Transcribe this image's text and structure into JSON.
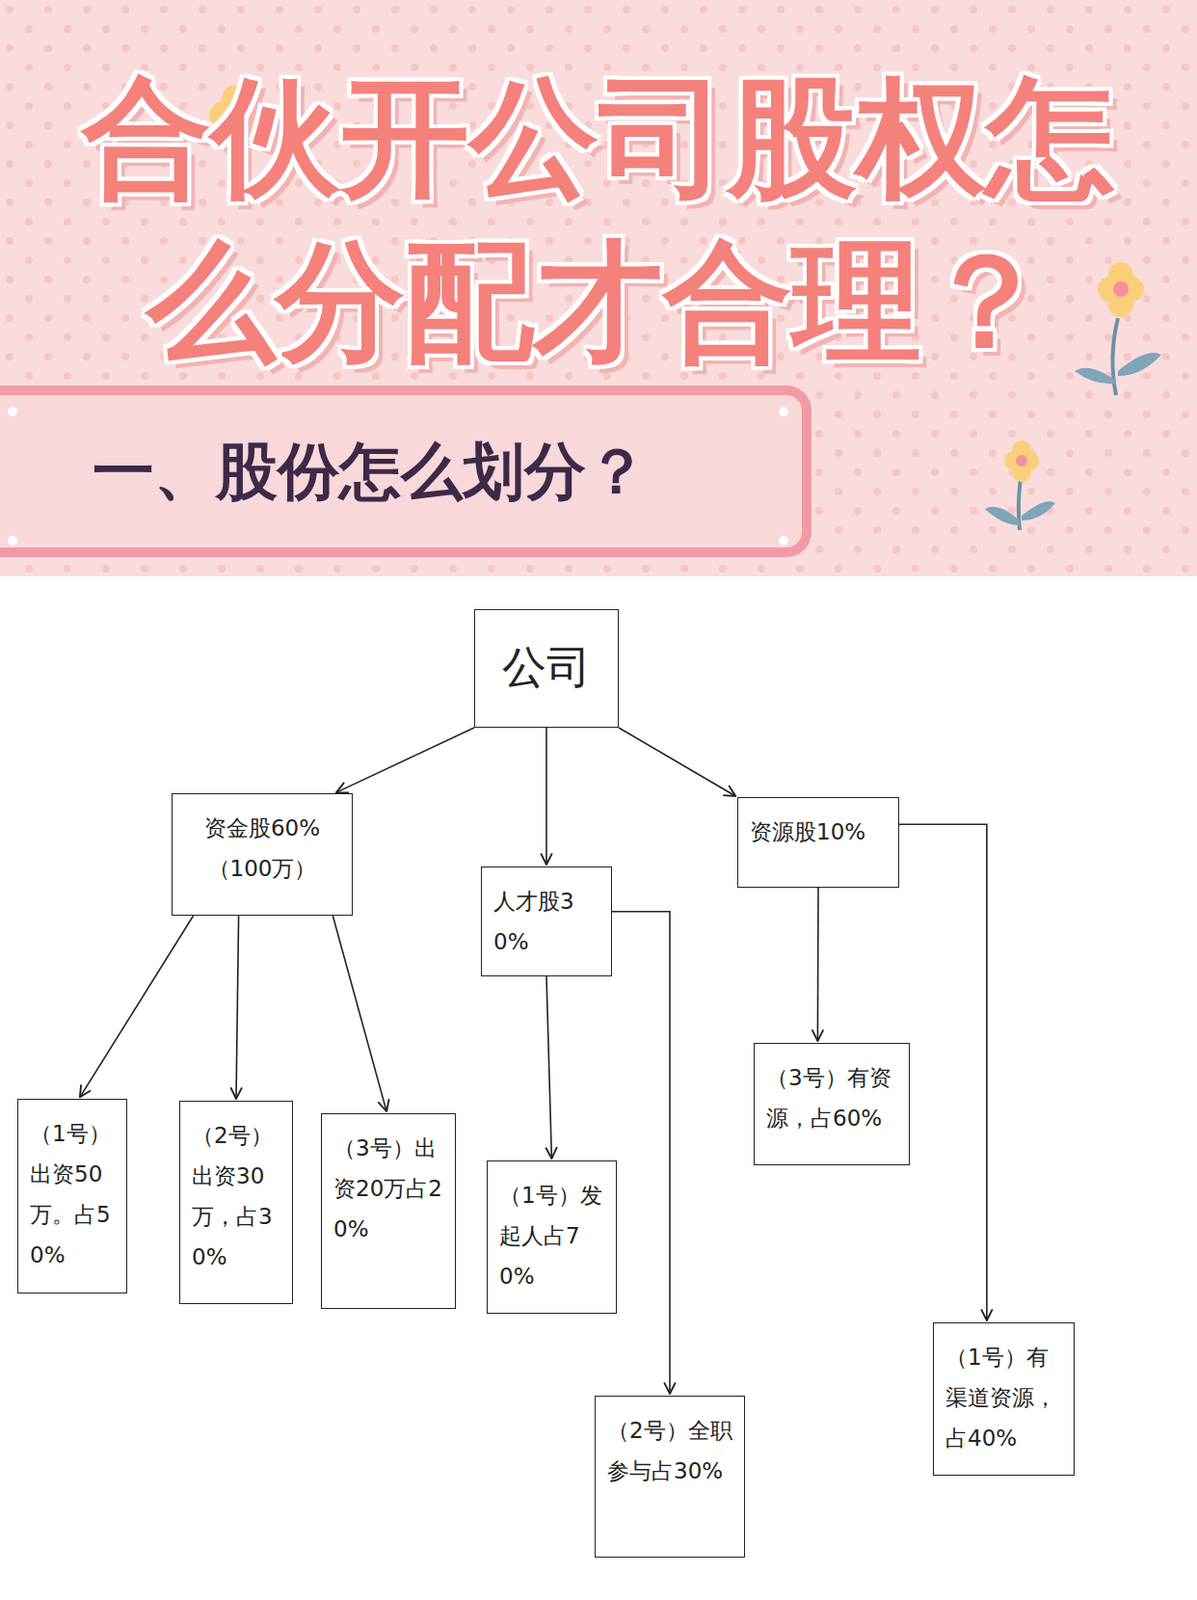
{
  "diagram": {
    "title": "合伙开公司股权怎么分配才合理？",
    "nodes": [
      {
        "text": [
          "一、股份怎么划分？"
        ]
      },
      {
        "text": [
          "公司"
        ]
      },
      {
        "text": [
          "资金股60% （100万）"
        ]
      },
      {
        "text": [
          "人才股30%"
        ]
      },
      {
        "text": [
          "资源股10%"
        ]
      },
      {
        "text": [
          "（1号）出资50万。占50%"
        ]
      },
      {
        "text": [
          "（2号）出资30万，占30%"
        ]
      },
      {
        "text": [
          "（3号）出资20万占20%"
        ]
      },
      {
        "text": [
          "（1号）发起人占70%"
        ]
      },
      {
        "text": [
          "（2号）全职参与占30%"
        ]
      },
      {
        "text": [
          "（3号）有资源，占60%"
        ]
      },
      {
        "text": [
          "（1号）有渠道资源，占40%"
        ]
      }
    ],
    "edges": [
      {
        "from": 1,
        "to": 2,
        "arrow": "to"
      },
      {
        "from": 1,
        "to": 3,
        "arrow": "to"
      },
      {
        "from": 1,
        "to": 4,
        "arrow": "to"
      },
      {
        "from": 2,
        "to": 5,
        "arrow": "to"
      },
      {
        "from": 2,
        "to": 6,
        "arrow": "to"
      },
      {
        "from": 2,
        "to": 7,
        "arrow": "to"
      },
      {
        "from": 3,
        "to": 8,
        "arrow": "to"
      },
      {
        "from": 3,
        "to": 9,
        "arrow": "to"
      },
      {
        "from": 4,
        "to": 10,
        "arrow": "to"
      },
      {
        "from": 4,
        "to": 11,
        "arrow": "to"
      }
    ]
  }
}
